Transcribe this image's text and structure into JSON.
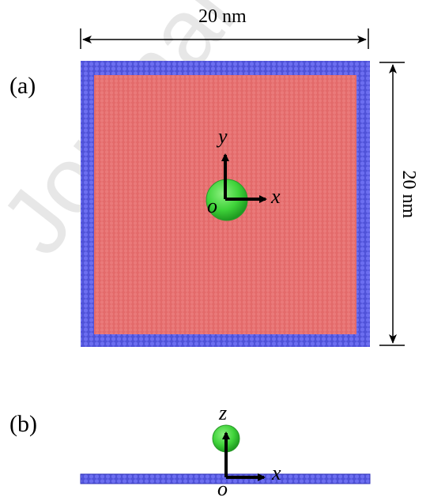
{
  "panels": {
    "a": {
      "label": "(a)",
      "width_dimension": "20 nm",
      "height_dimension": "20 nm",
      "axis_x": "x",
      "axis_y": "y",
      "origin": "o"
    },
    "b": {
      "label": "(b)",
      "axis_x": "x",
      "axis_z": "z",
      "origin": "o"
    }
  },
  "colors": {
    "substrate_border": "#5b5de0",
    "substrate_inner": "#e36a6a",
    "nanoparticle": "#3fd33a",
    "arrow": "#000000"
  },
  "watermark": "Journal Pre-proof"
}
